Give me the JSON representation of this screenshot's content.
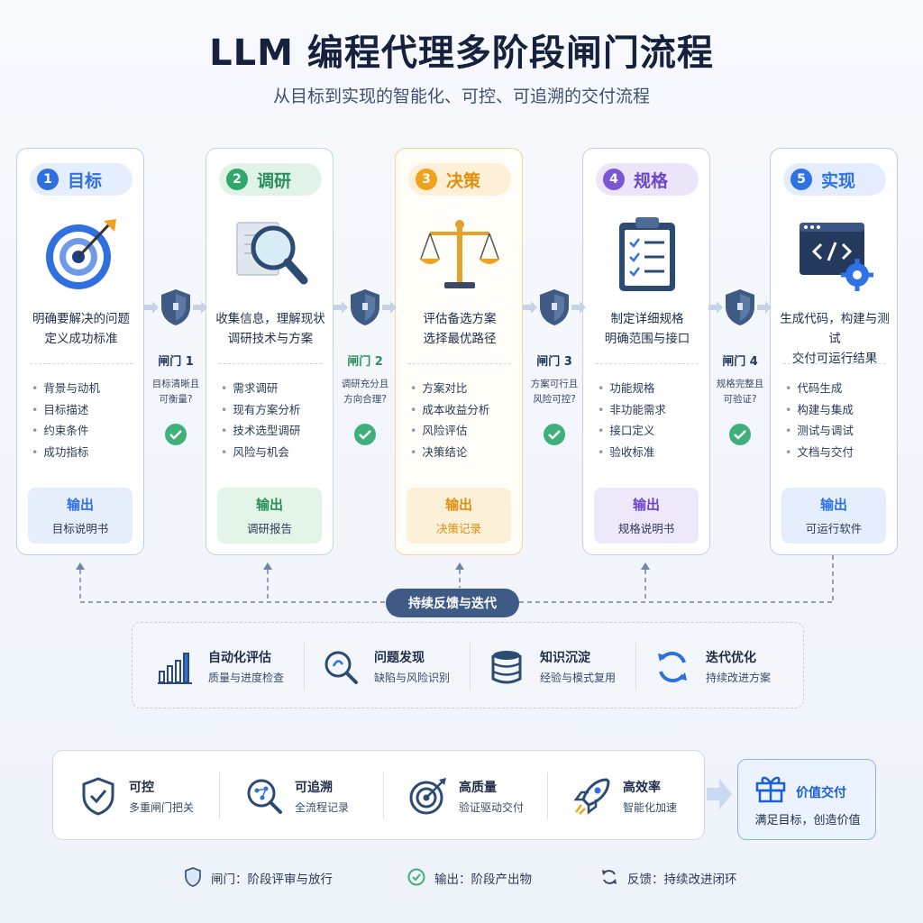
{
  "header": {
    "title": "LLM 编程代理多阶段闸门流程",
    "subtitle": "从目标到实现的智能化、可控、可追溯的交付流程"
  },
  "colors": {
    "stage1": "#2f6fe0",
    "stage2": "#2fa86b",
    "stage3": "#f0a21c",
    "stage4": "#7a56d6",
    "stage5": "#2f72e6",
    "gate": "#3f5a85",
    "check": "#3fb07a"
  },
  "stages": [
    {
      "number": "1",
      "label": "目标",
      "icon": "target-icon",
      "desc_lines": [
        "明确要解决的问题",
        "定义成功标准"
      ],
      "items": [
        "背景与动机",
        "目标描述",
        "约束条件",
        "成功指标"
      ],
      "output_title": "输出",
      "output_value": "目标说明书"
    },
    {
      "number": "2",
      "label": "调研",
      "icon": "research-magnifier-icon",
      "desc_lines": [
        "收集信息，理解现状",
        "调研技术与方案"
      ],
      "items": [
        "需求调研",
        "现有方案分析",
        "技术选型调研",
        "风险与机会"
      ],
      "output_title": "输出",
      "output_value": "调研报告"
    },
    {
      "number": "3",
      "label": "决策",
      "icon": "balance-scale-icon",
      "desc_lines": [
        "评估备选方案",
        "选择最优路径"
      ],
      "items": [
        "方案对比",
        "成本收益分析",
        "风险评估",
        "决策结论"
      ],
      "output_title": "输出",
      "output_value": "决策记录"
    },
    {
      "number": "4",
      "label": "规格",
      "icon": "clipboard-checklist-icon",
      "desc_lines": [
        "制定详细规格",
        "明确范围与接口"
      ],
      "items": [
        "功能规格",
        "非功能需求",
        "接口定义",
        "验收标准"
      ],
      "output_title": "输出",
      "output_value": "规格说明书"
    },
    {
      "number": "5",
      "label": "实现",
      "icon": "code-window-gear-icon",
      "desc_lines": [
        "生成代码，构建与测试",
        "交付可运行结果"
      ],
      "items": [
        "代码生成",
        "构建与集成",
        "测试与调试",
        "文档与交付"
      ],
      "output_title": "输出",
      "output_value": "可运行软件"
    }
  ],
  "gates": [
    {
      "name": "闸门 1",
      "q1": "目标清晰且",
      "q2": "可衡量?"
    },
    {
      "name": "闸门 2",
      "q1": "调研充分且",
      "q2": "方向合理?"
    },
    {
      "name": "闸门 3",
      "q1": "方案可行且",
      "q2": "风险可控?"
    },
    {
      "name": "闸门 4",
      "q1": "规格完整且",
      "q2": "可验证?"
    }
  ],
  "feedback_label": "持续反馈与迭代",
  "tools": [
    {
      "icon": "bar-chart-icon",
      "title": "自动化评估",
      "sub": "质量与进度检查"
    },
    {
      "icon": "search-issue-icon",
      "title": "问题发现",
      "sub": "缺陷与风险识别"
    },
    {
      "icon": "database-icon",
      "title": "知识沉淀",
      "sub": "经验与模式复用"
    },
    {
      "icon": "refresh-cycle-icon",
      "title": "迭代优化",
      "sub": "持续改进方案"
    }
  ],
  "benefits": [
    {
      "icon": "shield-check-icon",
      "title": "可控",
      "sub": "多重闸门把关"
    },
    {
      "icon": "trace-search-icon",
      "title": "可追溯",
      "sub": "全流程记录"
    },
    {
      "icon": "target-arrow-icon",
      "title": "高质量",
      "sub": "验证驱动交付"
    },
    {
      "icon": "rocket-icon",
      "title": "高效率",
      "sub": "智能化加速"
    }
  ],
  "value": {
    "icon": "gift-icon",
    "title": "价值交付",
    "sub": "满足目标，创造价值"
  },
  "legend": [
    {
      "icon": "shield-icon",
      "text": "闸门：阶段评审与放行"
    },
    {
      "icon": "check-circle-icon",
      "text": "输出：阶段产出物"
    },
    {
      "icon": "refresh-icon",
      "text": "反馈：持续改进闭环"
    }
  ]
}
